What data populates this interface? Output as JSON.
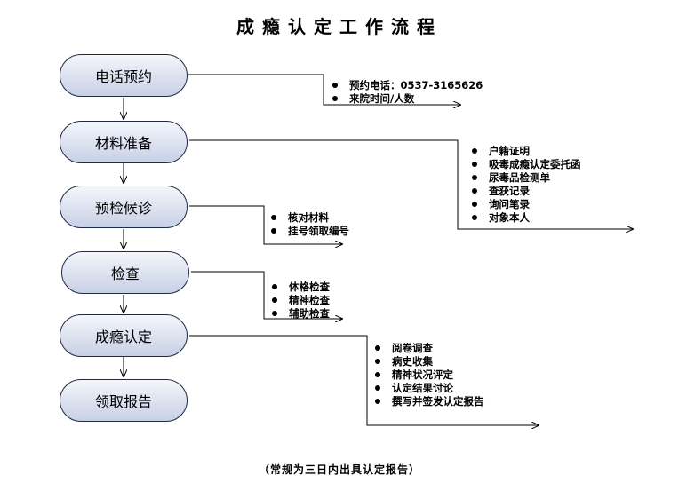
{
  "title": "成瘾认定工作流程",
  "steps": [
    {
      "label": "电话预约"
    },
    {
      "label": "材料准备"
    },
    {
      "label": "预检候诊"
    },
    {
      "label": "检查"
    },
    {
      "label": "成瘾认定"
    },
    {
      "label": "领取报告"
    }
  ],
  "details": {
    "phone": [
      "预约电话：0537-3165626",
      "来院时间/人数"
    ],
    "materials": [
      "户籍证明",
      "吸毒成瘾认定委托函",
      "尿毒品检测单",
      "查获记录",
      "询问笔录",
      "对象本人"
    ],
    "precheck": [
      "核对材料",
      "挂号领取编号"
    ],
    "exam": [
      "体格检查",
      "精神检查",
      "辅助检查"
    ],
    "assessment": [
      "阅卷调查",
      "病史收集",
      "精神状况评定",
      "认定结果讨论",
      "撰写并签发认定报告"
    ]
  },
  "footer_note": "（常规为三日内出具认定报告）",
  "colors": {
    "box_top": "#f4f6fb",
    "box_bottom": "#c8d0e6",
    "border": "#1f2a44",
    "line": "#000000"
  }
}
